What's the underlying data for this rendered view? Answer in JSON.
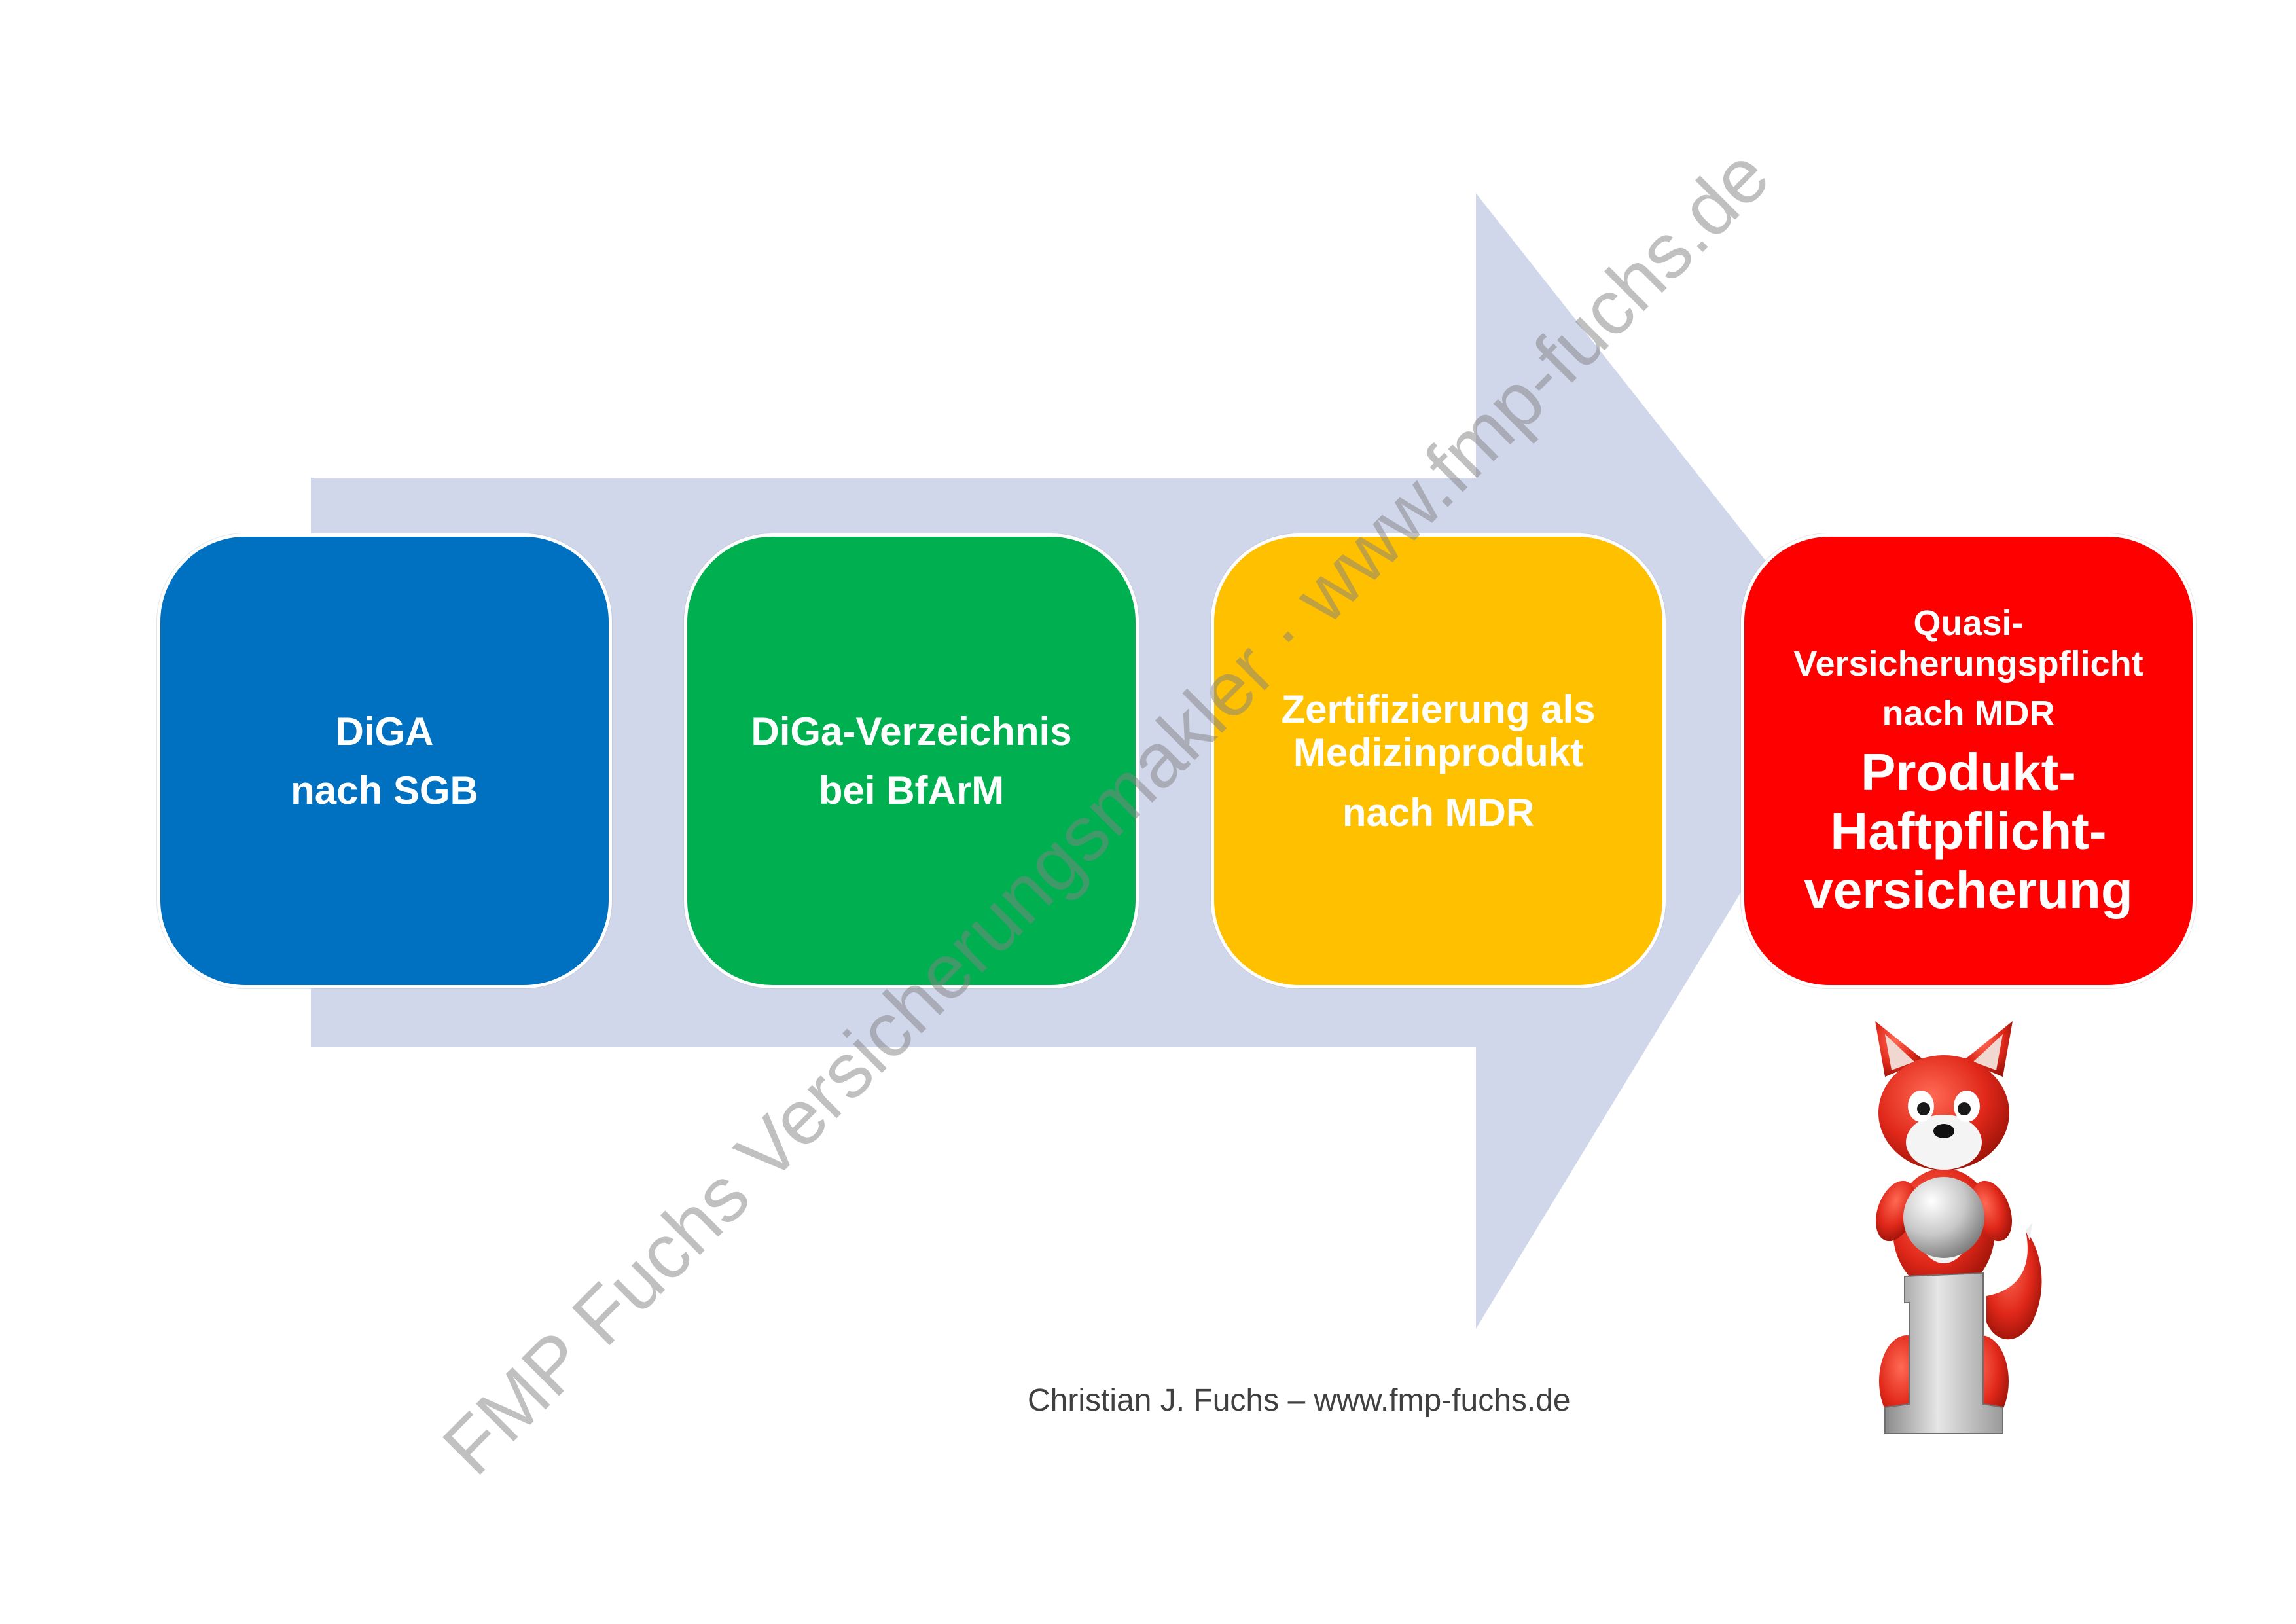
{
  "steps": [
    {
      "lines": [
        "DiGA",
        "nach SGB"
      ],
      "color": "#0070c0"
    },
    {
      "lines": [
        "DiGa-Verzeichnis",
        "bei BfArM"
      ],
      "color": "#00b050"
    },
    {
      "lines": [
        "Zertifizierung als",
        "Medizinprodukt",
        "nach MDR"
      ],
      "color": "#ffc000"
    },
    {
      "lines": [
        "Quasi-",
        "Versicherungspflicht",
        "nach MDR"
      ],
      "emphasis": [
        "Produkt-",
        "Haftpflicht-",
        "versicherung"
      ],
      "color": "#ff0000"
    }
  ],
  "footer": {
    "credit": "Christian J. Fuchs – www.fmp-fuchs.de"
  },
  "watermark": {
    "text": "FMP Fuchs Versicherungsmakler · www.fmp-fuchs.de"
  },
  "colors": {
    "arrow": "#d0d7ea"
  },
  "mascot": {
    "icon": "fox-mascot-icon"
  }
}
